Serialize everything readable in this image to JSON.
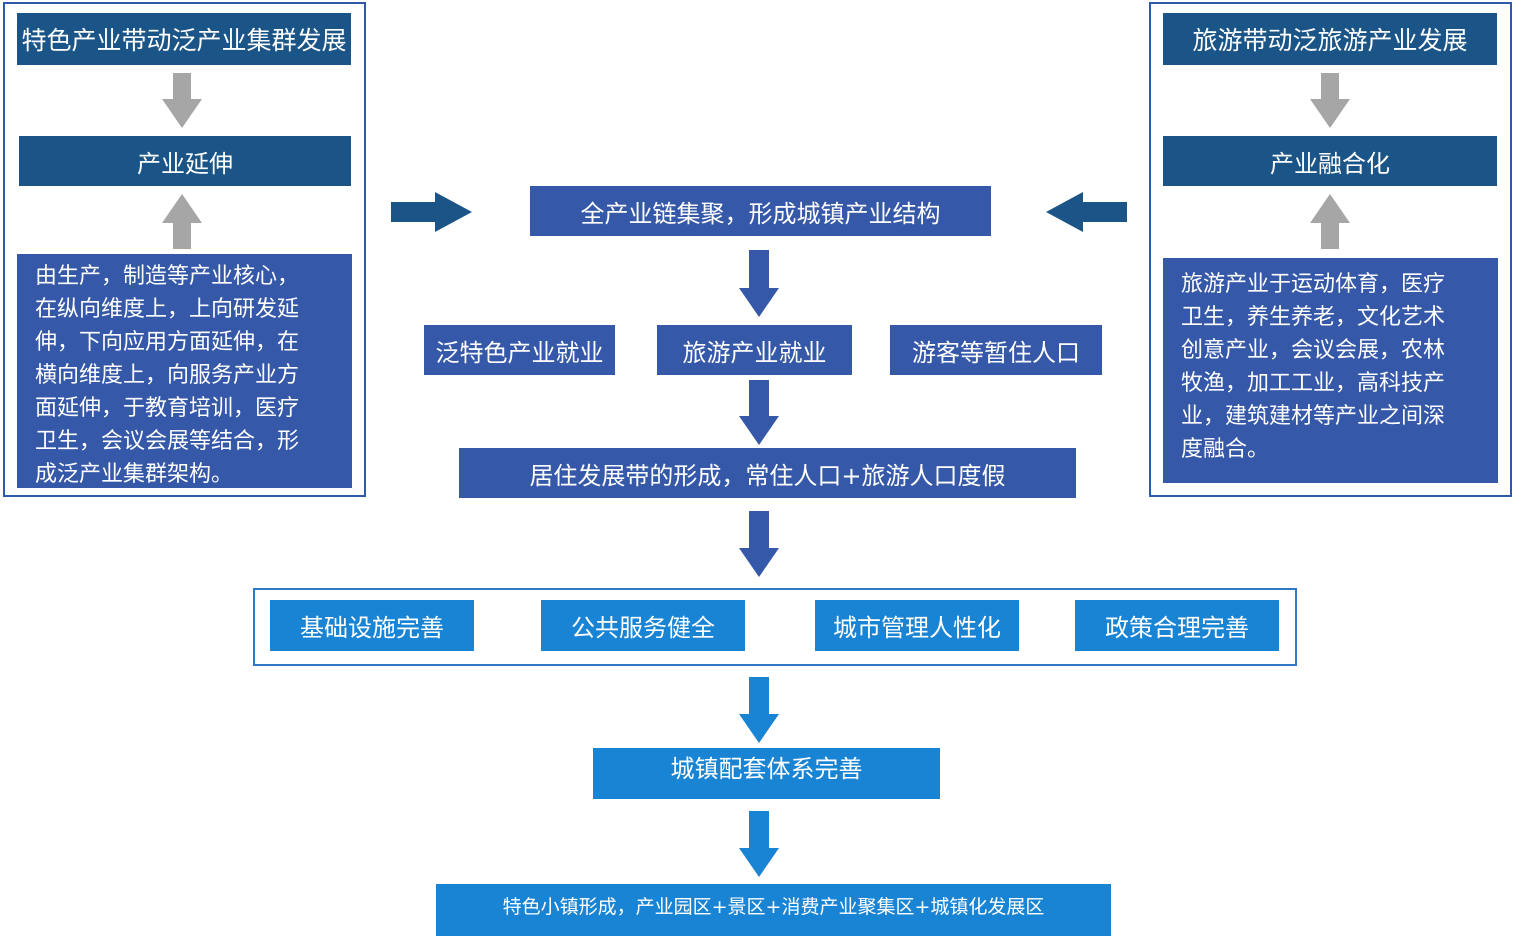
{
  "left": {
    "title": "特色产业带动泛产业集群发展",
    "step": "产业延伸",
    "description": "由生产，制造等产业核心，\n在纵向维度上，上向研发延\n伸，下向应用方面延伸，在\n横向维度上，向服务产业方\n面延伸，于教育培训，医疗\n卫生，会议会展等结合，形\n成泛产业集群架构。"
  },
  "right": {
    "title": "旅游带动泛旅游产业发展",
    "step": "产业融合化",
    "description": "旅游产业于运动体育，医疗\n卫生，养生养老，文化艺术\n创意产业，会议会展，农林\n牧渔，加工工业，高科技产\n业，建筑建材等产业之间深\n度融合。"
  },
  "center": {
    "cluster": "全产业链集聚，形成城镇产业结构",
    "employment": [
      "泛特色产业就业",
      "旅游产业就业",
      "游客等暂住人口"
    ],
    "residence": "居住发展带的形成，常住人口+旅游人口度假",
    "services": [
      "基础设施完善",
      "公共服务健全",
      "城市管理人性化",
      "政策合理完善"
    ],
    "supporting": "城镇配套体系完善",
    "result": "特色小镇形成，产业园区+景区+消费产业聚集区+城镇化发展区"
  },
  "colors": {
    "navy": "#1b5588",
    "royal": "#3558a8",
    "bright": "#1a84d4",
    "gray_arrow": "#a6a6a6",
    "frame": "#2e5ba8"
  }
}
